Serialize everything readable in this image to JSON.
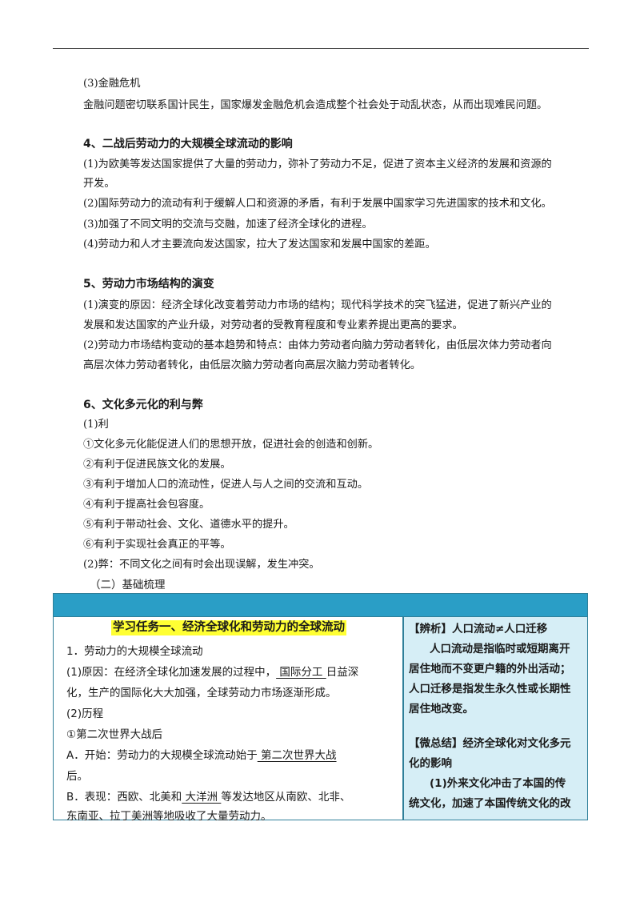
{
  "sec3_financial": {
    "heading": "(3)金融危机",
    "body": "金融问题密切联系国计民生，国家爆发金融危机会造成整个社会处于动乱状态，从而出现难民问题。"
  },
  "sec4": {
    "title": "4、二战后劳动力的大规模全球流动的影响",
    "p1a": "(1)为欧美等发达国家提供了大量的劳动力，弥补了劳动力不足，促进了资本主义经济的发展和资源的",
    "p1b": "开发。",
    "p2": "(2)国际劳动力的流动有利于缓解人口和资源的矛盾，有利于发展中国家学习先进国家的技术和文化。",
    "p3": "(3)加强了不同文明的交流与交融，加速了经济全球化的进程。",
    "p4": "(4)劳动力和人才主要流向发达国家，拉大了发达国家和发展中国家的差距。"
  },
  "sec5": {
    "title": "5、劳动力市场结构的演变",
    "p1a": "(1)演变的原因：经济全球化改变着劳动力市场的结构；现代科学技术的突飞猛进，促进了新兴产业的",
    "p1b": "发展和发达国家的产业升级，对劳动者的受教育程度和专业素养提出更高的要求。",
    "p2a": "(2)劳动力市场结构变动的基本趋势和特点：由体力劳动者向脑力劳动者转化，由低层次体力劳动者向",
    "p2b": "高层次体力劳动者转化，由低层次脑力劳动者向高层次脑力劳动者转化。"
  },
  "sec6": {
    "title": "6、文化多元化的利与弊",
    "benefit_label": "(1)利",
    "items": [
      "①文化多元化能促进人们的思想开放，促进社会的创造和创新。",
      "②有利于促进民族文化的发展。",
      "③有利于增加人口的流动性，促进人与人之间的交流和互动。",
      "④有利于提高社会包容度。",
      "⑤有利于带动社会、文化、道德水平的提升。",
      "⑥有利于实现社会真正的平等。"
    ],
    "drawback": "(2)弊：不同文化之间有时会出现误解，发生冲突。"
  },
  "section_label": "（二）基础梳理",
  "task": {
    "title": "学习任务一、经济全球化和劳动力的全球流动",
    "l1": "1．劳动力的大规模全球流动",
    "l2_pre": "(1)原因：在经济全球化加速发展的过程中，",
    "l2_blank": "  国际分工  ",
    "l2_post": "日益深",
    "l3": "化，生产的国际化大大加强，全球劳动力市场逐渐形成。",
    "l4": "(2)历程",
    "l5": "①第二次世界大战后",
    "l6_pre": "A．开始：劳动力的大规模全球流动始于",
    "l6_blank": "  第二次世界大战  ",
    "l7": "后。",
    "l8_pre": "B．表现：西欧、北美和",
    "l8_blank": "  大洋洲  ",
    "l8_post": "等发达地区从南欧、北非、",
    "l9": "东南亚、拉丁美洲等地吸收了大量劳动力。"
  },
  "sidebar": {
    "analysis_title": "【辨析】人口流动≠人口迁移",
    "analysis_lines": [
      "人口流动是指临时或短期离开",
      "居住地而不变更户籍的外出活动；",
      "人口迁移是指发生永久性或长期性",
      "居住地改变。"
    ],
    "summary_title_a": "【微总结】经济全球化对文化多元",
    "summary_title_b": "化的影响",
    "summary_lines": [
      "(1)外来文化冲击了本国的传",
      "统文化，加速了本国传统文化的改"
    ]
  }
}
